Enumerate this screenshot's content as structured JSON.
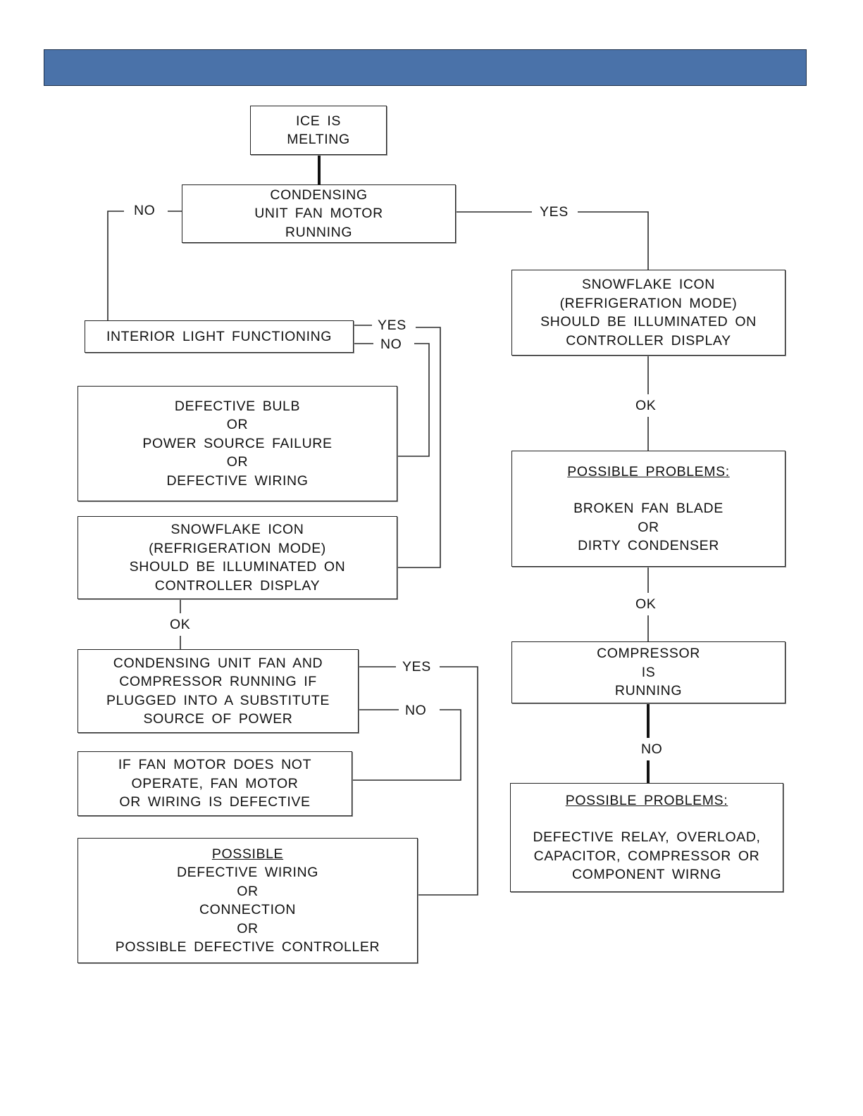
{
  "header": {
    "title": ""
  },
  "nodes": {
    "ice_melting": [
      "ICE IS",
      "MELTING"
    ],
    "fan_motor_running": [
      "CONDENSING",
      "UNIT FAN MOTOR",
      "RUNNING"
    ],
    "interior_light": [
      "INTERIOR LIGHT FUNCTIONING"
    ],
    "defective_bulb": [
      "DEFECTIVE BULB",
      "OR",
      "POWER SOURCE FAILURE",
      "OR",
      "DEFECTIVE WIRING"
    ],
    "snowflake_left": [
      "SNOWFLAKE ICON",
      "(REFRIGERATION MODE)",
      "SHOULD BE ILLUMINATED ON",
      "CONTROLLER DISPLAY"
    ],
    "substitute_power": [
      "CONDENSING UNIT FAN AND",
      "COMPRESSOR RUNNING IF",
      "PLUGGED INTO A SUBSTITUTE",
      "SOURCE OF POWER"
    ],
    "fan_motor_defective": [
      "IF FAN MOTOR DOES NOT",
      "OPERATE, FAN MOTOR",
      "OR WIRING IS DEFECTIVE"
    ],
    "possible_defective_wiring": {
      "heading": "POSSIBLE",
      "lines": [
        "DEFECTIVE WIRING",
        "OR",
        "CONNECTION",
        "OR",
        "POSSIBLE DEFECTIVE CONTROLLER"
      ]
    },
    "snowflake_right": [
      "SNOWFLAKE ICON",
      "(REFRIGERATION MODE)",
      "SHOULD BE ILLUMINATED ON",
      "CONTROLLER DISPLAY"
    ],
    "problems_fan": {
      "heading": "POSSIBLE PROBLEMS:",
      "lines": [
        "BROKEN FAN BLADE",
        "OR",
        "DIRTY CONDENSER"
      ]
    },
    "compressor_running": [
      "COMPRESSOR",
      "IS",
      "RUNNING"
    ],
    "problems_compressor": {
      "heading": "POSSIBLE PROBLEMS:",
      "lines": [
        "DEFECTIVE RELAY, OVERLOAD,",
        "CAPACITOR, COMPRESSOR OR",
        "COMPONENT WIRNG"
      ]
    }
  },
  "edge_labels": {
    "fan_no": "NO",
    "fan_yes": "YES",
    "light_yes": "YES",
    "light_no": "NO",
    "snowflake_left_ok": "OK",
    "substitute_yes": "YES",
    "substitute_no": "NO",
    "snowflake_right_ok": "OK",
    "problems_fan_ok": "OK",
    "compressor_no": "NO"
  }
}
